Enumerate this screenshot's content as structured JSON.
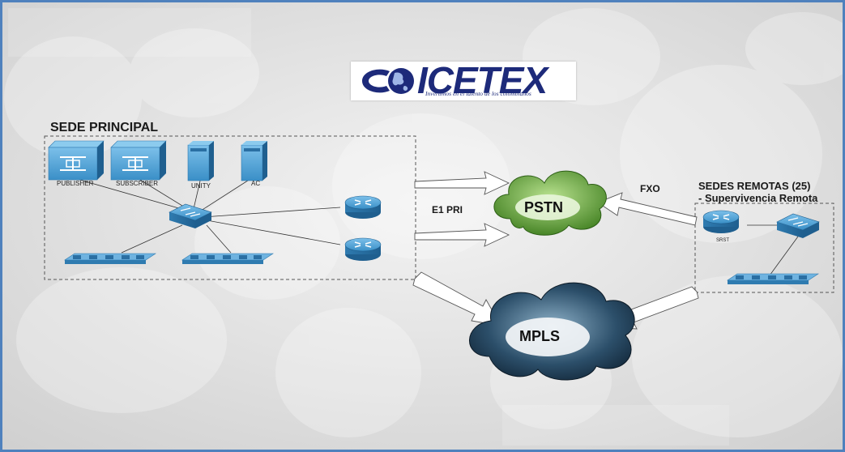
{
  "logo": {
    "word": "ICETEX",
    "tagline": "Invertimos en el talento de los colombianos"
  },
  "sede_principal": {
    "title": "SEDE PRINCIPAL",
    "devices": {
      "publisher": "PUBLISHER",
      "subscriber": "SUBSCRIBER",
      "unity": "UNITY",
      "ac": "AC"
    }
  },
  "sedes_remotas": {
    "title_line1": "SEDES REMOTAS (25)",
    "title_line2": "- Supervivencia Remota",
    "srst": "SRST"
  },
  "links": {
    "e1_pri": "E1 PRI",
    "fxo": "FXO"
  },
  "clouds": {
    "pstn": "PSTN",
    "mpls": "MPLS"
  },
  "colors": {
    "frame_border": "#4f81bd",
    "device_blue": "#3a8fc7",
    "pstn_green": "#6cae3a",
    "mpls_dark": "#1f3a52"
  }
}
